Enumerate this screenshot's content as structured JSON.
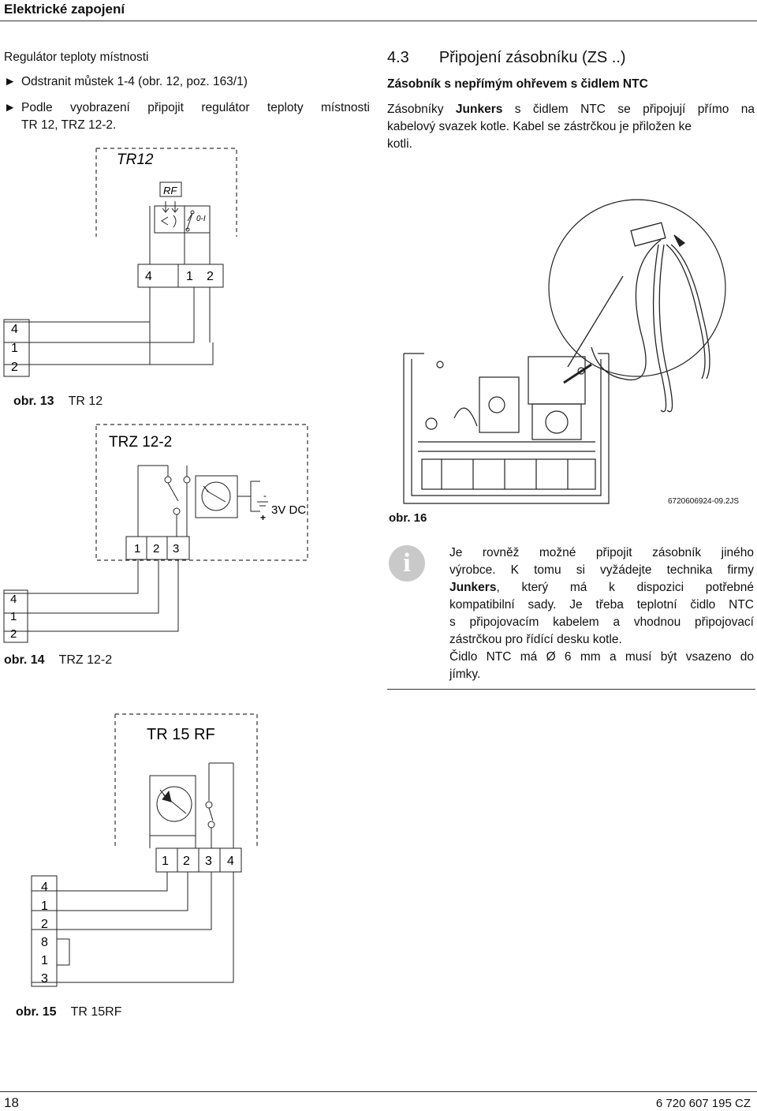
{
  "header": {
    "title": "Elektrické zapojení"
  },
  "left": {
    "heading": "Regulátor teploty místnosti",
    "bullet1": "Odstranit můstek 1-4 (obr. 12, poz. 163/1)",
    "bullet2_line1": "Podle vyobrazení připojit regulátor teploty místnosti",
    "bullet2_line2": "TR 12, TRZ 12-2."
  },
  "section": {
    "number": "4.3",
    "title": "Připojení zásobníku (ZS ..)",
    "subtitle": "Zásobník s nepřímým ohřevem s čidlem NTC",
    "para_l1_a": "Zásobníky ",
    "para_l1_b": "Junkers",
    "para_l1_c": " s čidlem NTC se připojují přímo na",
    "para_l2": "kabelový svazek kotle. Kabel se zástrčkou je přiložen ke",
    "para_l3": "kotli."
  },
  "fig13": {
    "device": "TR12",
    "rf": "RF",
    "switch": "0-I",
    "terms": [
      "4",
      "1",
      "2"
    ],
    "boiler": [
      "4",
      "1",
      "2"
    ],
    "cap_num": "obr. 13",
    "cap_text": "TR 12"
  },
  "fig14": {
    "device": "TRZ 12-2",
    "battery": "3V DC",
    "minus": "-",
    "plus": "+",
    "terms": [
      "1",
      "2",
      "3"
    ],
    "boiler": [
      "4",
      "1",
      "2"
    ],
    "cap_num": "obr. 14",
    "cap_text": "TRZ 12-2"
  },
  "fig15": {
    "device": "TR 15 RF",
    "terms": [
      "1",
      "2",
      "3",
      "4"
    ],
    "boiler": [
      "4",
      "1",
      "2",
      "8",
      "1",
      "3"
    ],
    "cap_num": "obr. 15",
    "cap_text": "TR 15RF"
  },
  "fig16": {
    "cap_num": "obr. 16",
    "code": "6720606924-09.2JS"
  },
  "info": {
    "icon": "i",
    "l1": "Je rovněž možné připojit zásobník jiného",
    "l2": "výrobce. K tomu si vyžádejte technika firmy",
    "l3a": "Junkers",
    "l3b": ", který má k dispozici potřebné",
    "l4": "kompatibilní sady. Je třeba teplotní čidlo NTC",
    "l5": "s připojovacím kabelem a vhodnou připojovací",
    "l6": "zástrčkou pro řídící desku kotle.",
    "l7": "Čidlo NTC má Ø 6 mm  a musí být vsazeno do",
    "l8": "jímky."
  },
  "footer": {
    "page": "18",
    "code": "6 720 607 195 CZ"
  }
}
